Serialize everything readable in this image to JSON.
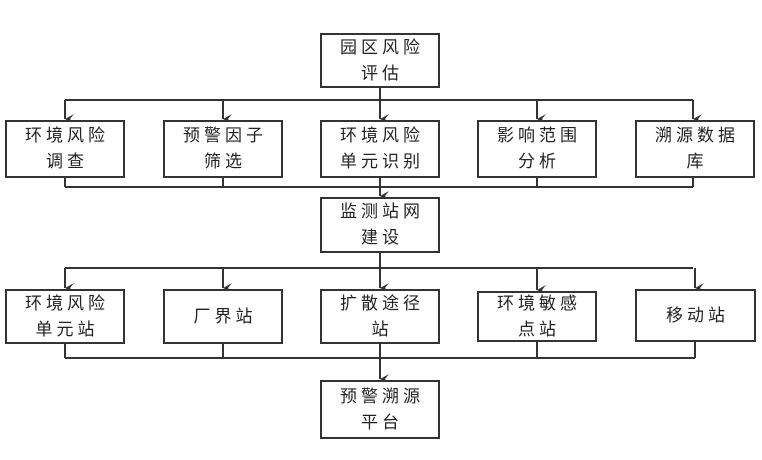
{
  "root": "园区风险评估",
  "assessment_steps": [
    "环境风险调查",
    "预警因子筛选",
    "环境风险单元识别",
    "影响范围分析",
    "溯源数据库"
  ],
  "network": "监测站网建设",
  "stations": [
    "环境风险单元站",
    "厂界站",
    "扩散途径站",
    "环境敏感点站",
    "移动站"
  ],
  "platform": "预警溯源平台",
  "colors": {
    "line": "#333333",
    "text": "#222222"
  }
}
